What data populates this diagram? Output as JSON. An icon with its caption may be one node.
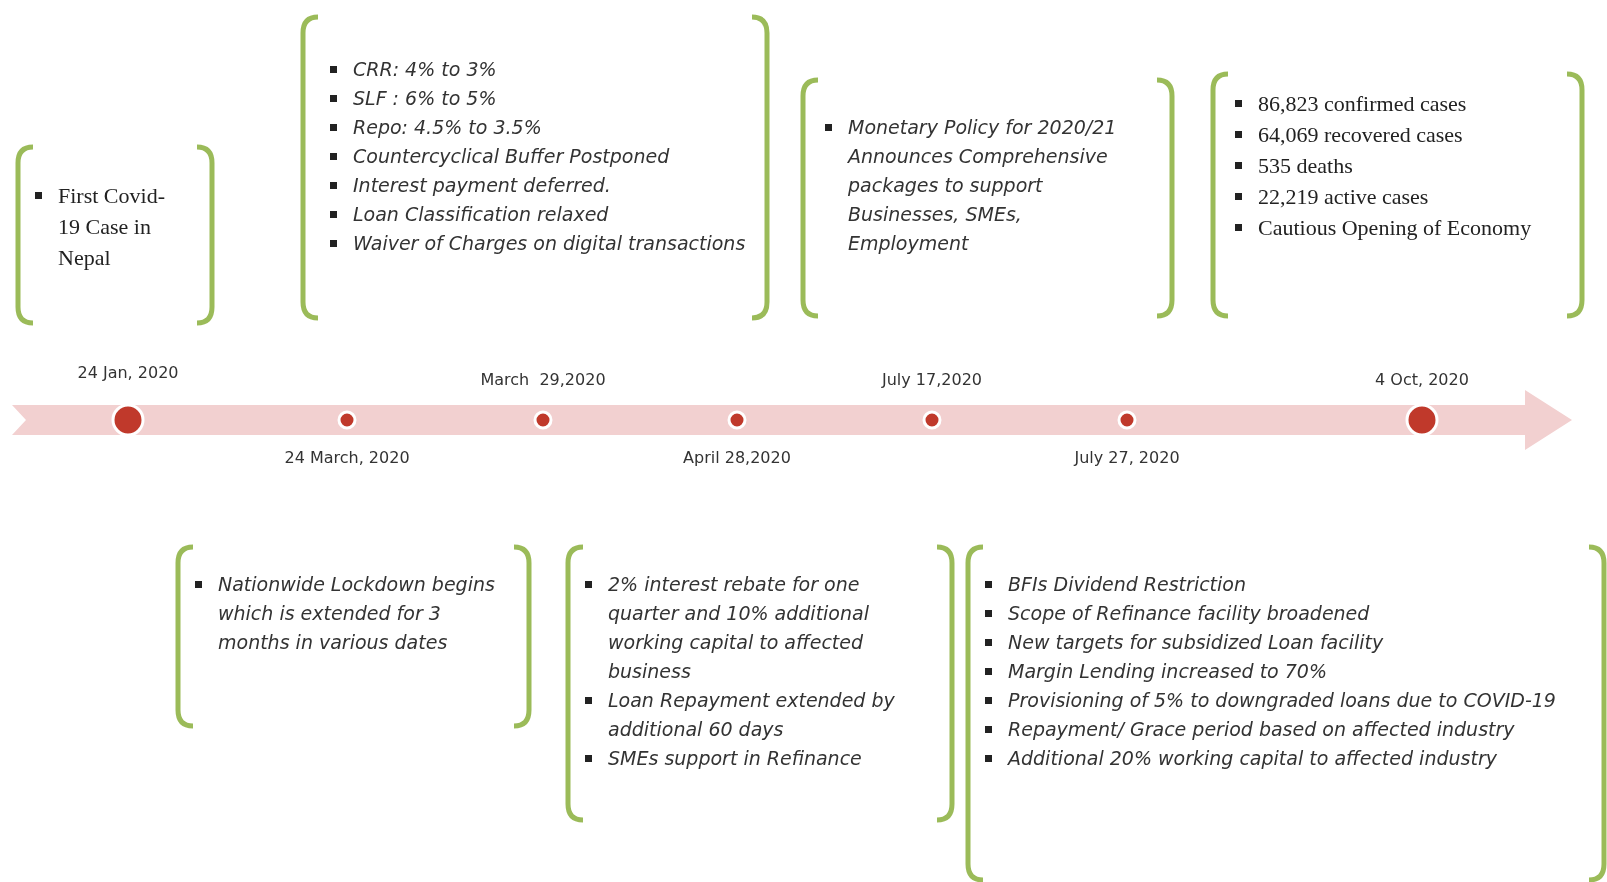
{
  "diagram": {
    "nodes": [
      {
        "text": [
          "First Covid-19 Case in Nepal"
        ]
      },
      {
        "text": [
          "CRR: 4% to 3%",
          "SLF : 6% to 5%",
          "Repo: 4.5% to 3.5%",
          "Countercyclical Buffer Postponed",
          "Interest payment deferred.",
          "Loan Classification relaxed",
          "Waiver of Charges on digital transactions"
        ]
      },
      {
        "text": [
          "Monetary Policy for 2020/21 Announces Comprehensive packages to support Businesses, SMEs, Employment"
        ]
      },
      {
        "text": [
          "86,823 confirmed cases",
          "64,069 recovered cases",
          "535 deaths",
          "22,219 active cases",
          "Cautious Opening of Economy"
        ]
      },
      {
        "text": [
          "Nationwide Lockdown begins which is extended for 3 months in various dates"
        ]
      },
      {
        "text": [
          "2% interest rebate for one quarter and 10% additional working capital to affected business",
          "Loan Repayment extended by additional 60 days",
          "SMEs support in Refinance"
        ]
      },
      {
        "text": [
          "BFIs Dividend Restriction",
          "Scope of Refinance facility broadened",
          "New targets for subsidized Loan facility",
          "Margin Lending increased to 70%",
          "Provisioning of 5% to downgraded loans due to COVID-19",
          "Repayment/ Grace period based on affected industry",
          "Additional 20% working capital to affected industry"
        ]
      }
    ],
    "edges": [],
    "labels": [
      "24 Jan, 2020",
      "March  29,2020",
      "July 17,2020",
      "4 Oct, 2020",
      "24 March, 2020",
      "April 28,2020",
      "July 27, 2020"
    ]
  }
}
